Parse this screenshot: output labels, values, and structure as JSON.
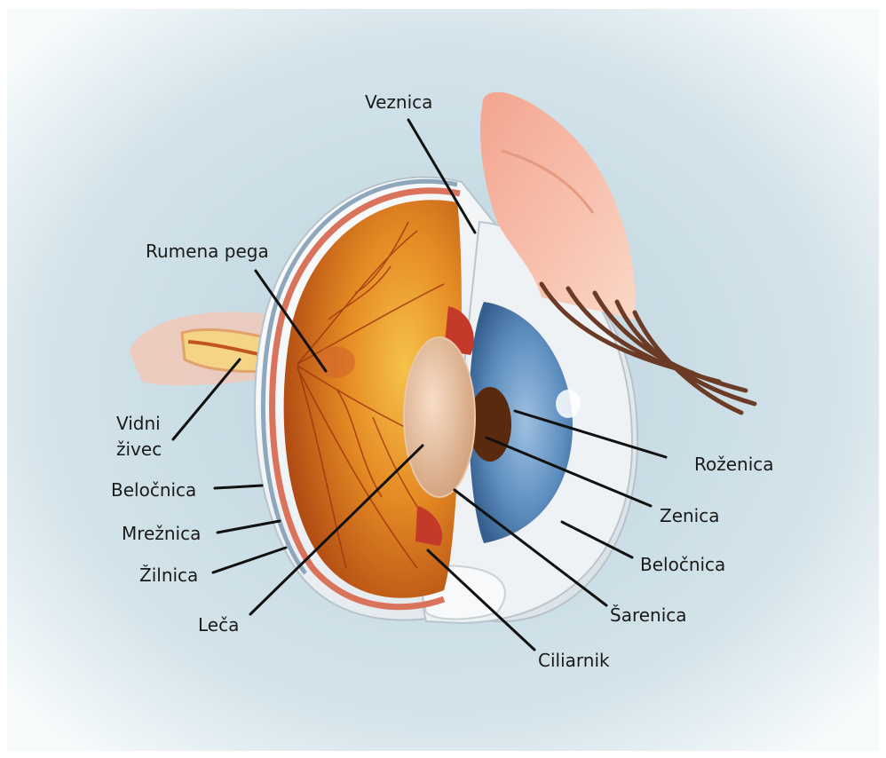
{
  "labels": {
    "veznica": "Veznica",
    "rumena_pega": "Rumena pega",
    "vidni_zivec_line1": "Vidni",
    "vidni_zivec_line2": "živec",
    "belocnica_left": "Beločnica",
    "mreznica": "Mrežnica",
    "zilnica": "Žilnica",
    "leca": "Leča",
    "rozenica": "Roženica",
    "zenica": "Zenica",
    "belocnica_right": "Beločnica",
    "sarenica": "Šarenica",
    "ciliarnik": "Ciliarnik"
  },
  "colors": {
    "background": "#dbe8ee",
    "sclera": "#f2f4f6",
    "retina_inner": "#c8661c",
    "retina_light": "#f3b53a",
    "iris": "#5f8fc0",
    "pupil": "#5a2a0e",
    "lens": "#e3b896",
    "eyelid_skin": "#f4b9a3",
    "eyelash": "#6b3b26"
  }
}
